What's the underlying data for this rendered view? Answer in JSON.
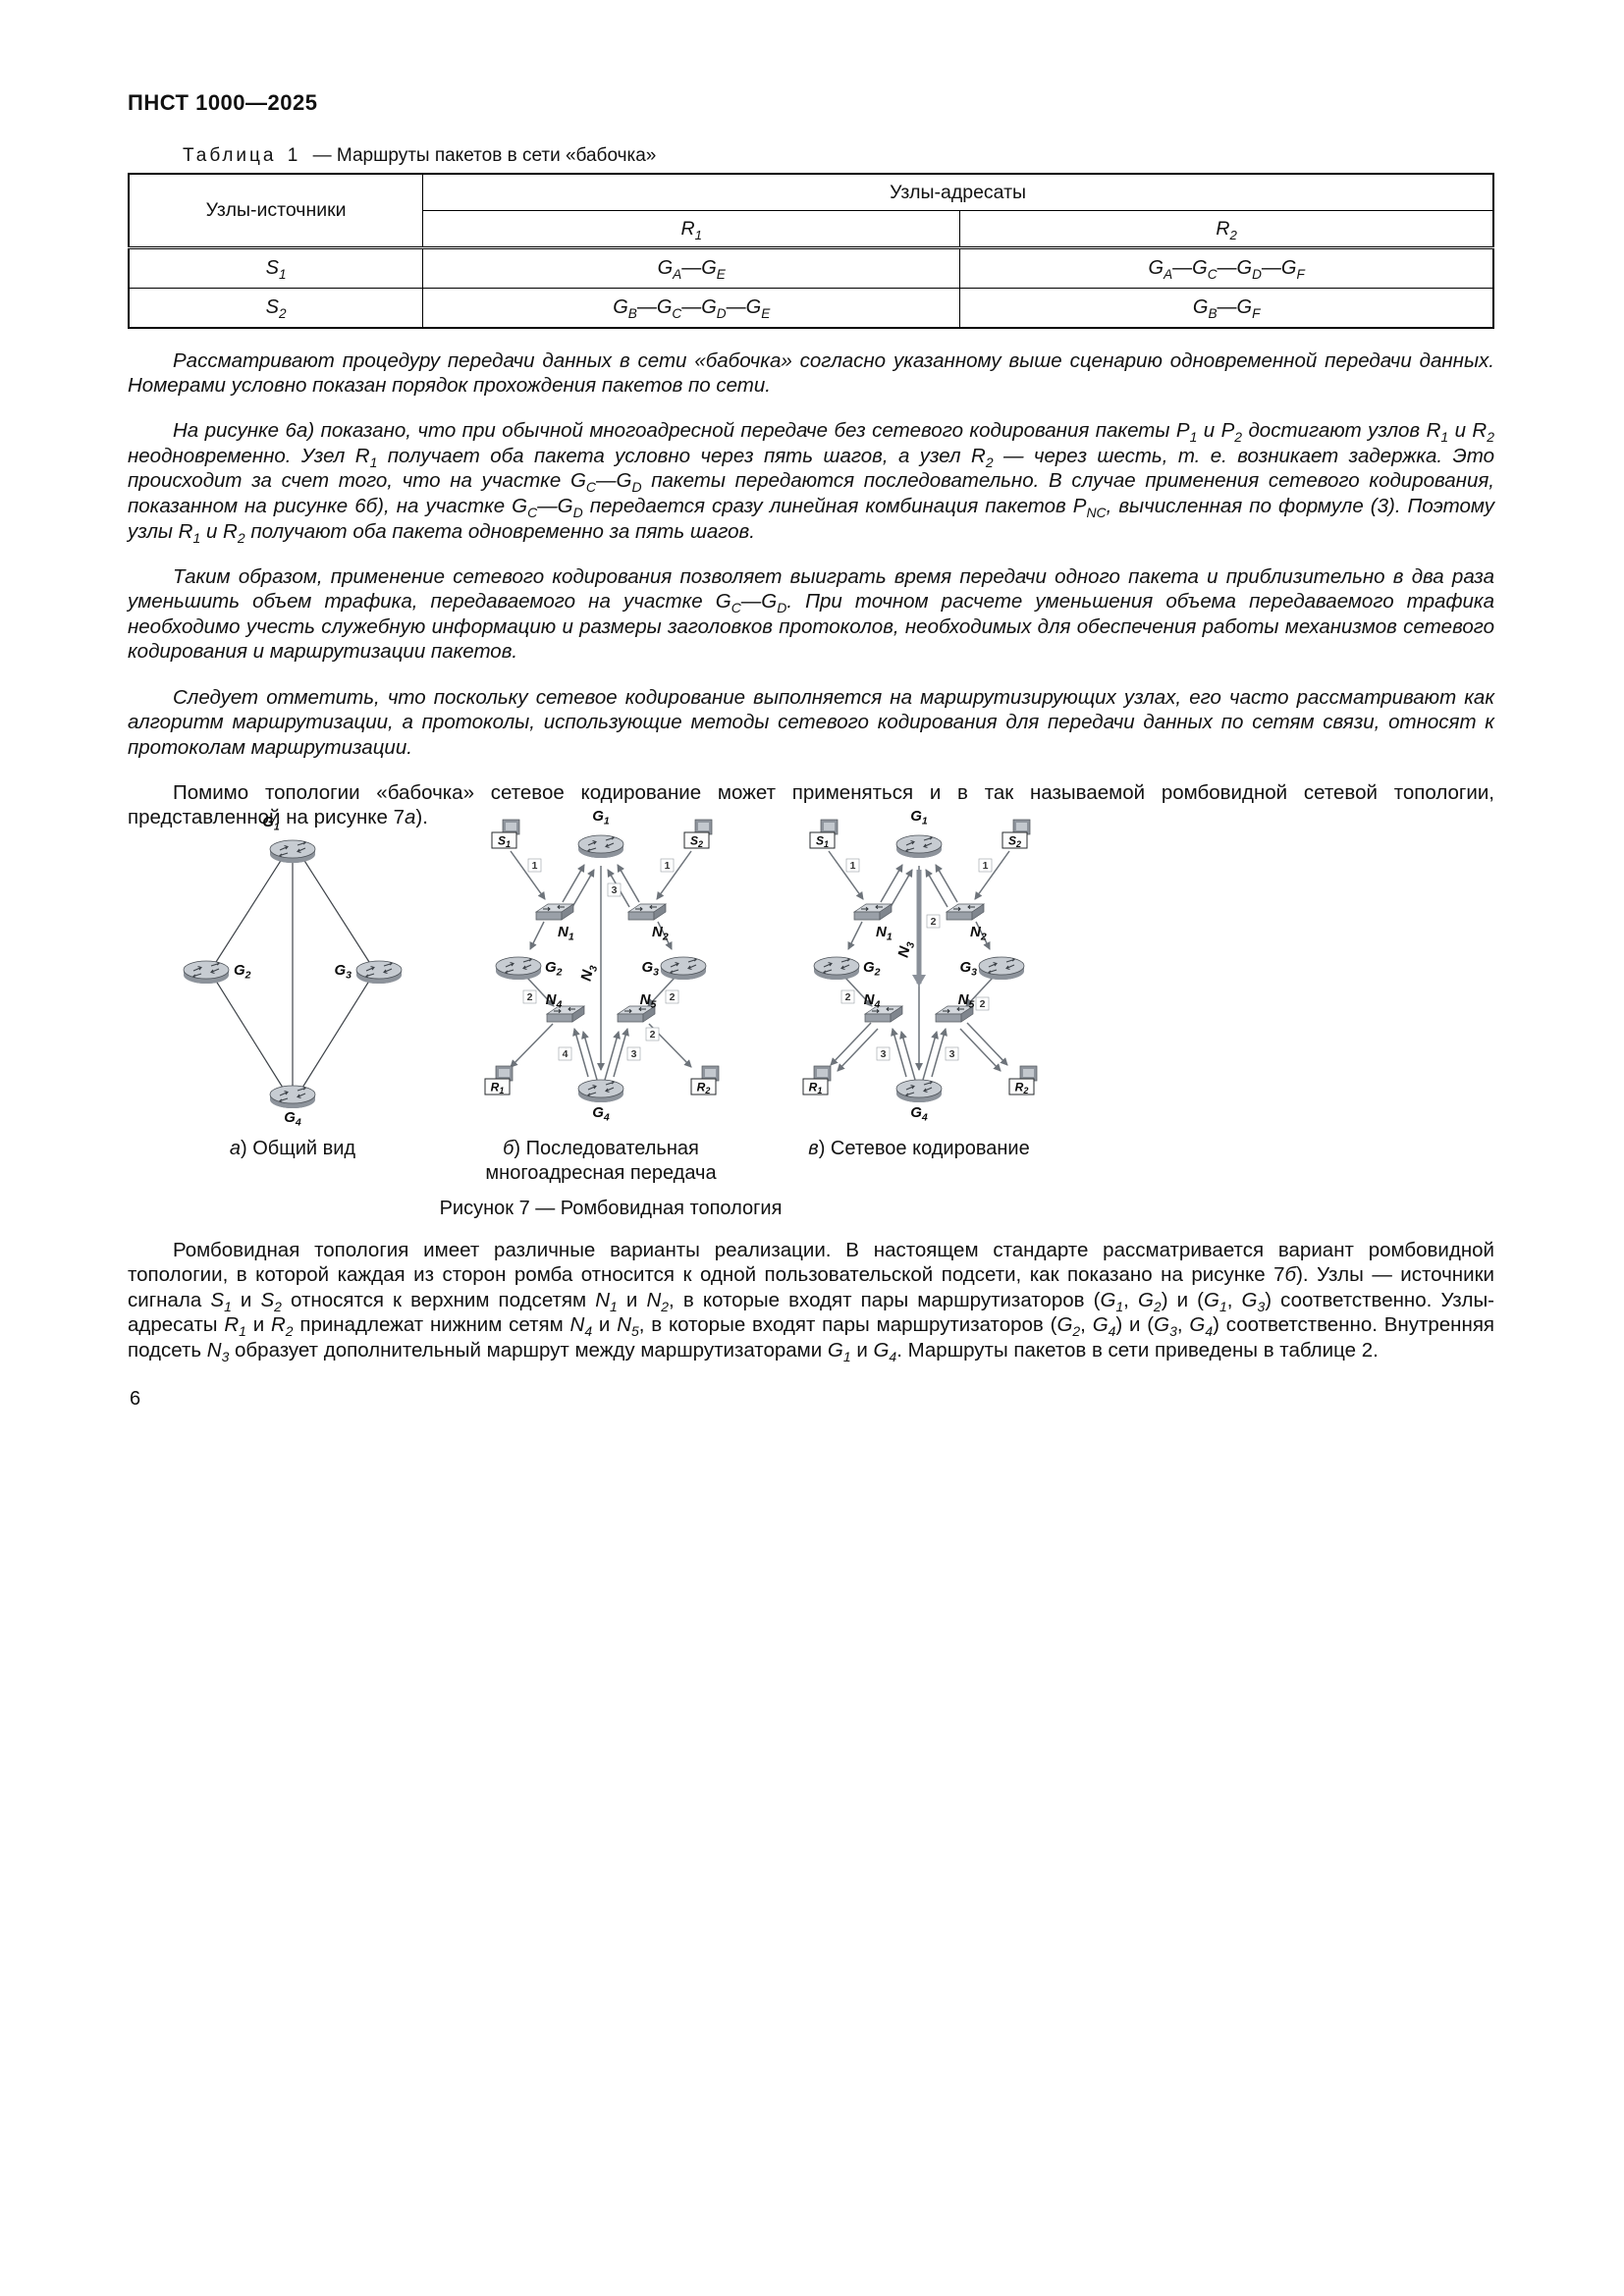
{
  "meta": {
    "doc_code": "ПНСТ 1000—2025",
    "page_number": "6"
  },
  "colors": {
    "text": "#111111",
    "icon_gray": "#9aa0a8",
    "edge_gray": "#6d737a"
  },
  "icons": {
    "router": "router-icon",
    "switch": "switch-icon",
    "host": "host-icon",
    "arrow": "arrow-icon"
  },
  "table1": {
    "cap_t": "Таблица",
    "cap_n": "1",
    "cap_rest": "— Маршруты пакетов в сети «бабочка»",
    "head_sources": "Узлы-источники",
    "head_dest": "Узлы-адресаты",
    "head_r1": "{v:R}{_1}",
    "head_r2": "{v:R}{_2}",
    "rows": [
      {
        "src": "{v:S}{_1}",
        "r1": "{v:G}{_A}—{v:G}{_E}",
        "r2": "{v:G}{_A}—{v:G}{_C}—{v:G}{_D}—{v:G}{_F}"
      },
      {
        "src": "{v:S}{_2}",
        "r1": "{v:G}{_B}—{v:G}{_C}—{v:G}{_D}—{v:G}{_E}",
        "r2": "{v:G}{_B}—{v:G}{_F}"
      }
    ]
  },
  "paragraphs": {
    "p1": "Рассматривают процедуру передачи данных в сети «бабочка» согласно указанному выше сценарию одновременной передачи данных. Номерами условно показан порядок прохождения пакетов по сети.",
    "p2": "На рисунке 6{v:а}) показано, что при обычной многоадресной передаче без сетевого кодирования пакеты {v:P}{_1} и {v:P}{_2} достигают узлов {v:R}{_1} и {v:R}{_2} неодновременно. Узел {v:R}{_1} получает оба пакета условно через пять шагов, а узел {v:R}{_2} — через шесть, т. е. возникает задержка. Это происходит за счет того, что на участке {v:G}{_C}—{v:G}{_D} пакеты передаются последовательно. В случае применения сетевого кодирования, показанном на рисунке 6{v:б}), на участке {v:G}{_C}—{v:G}{_D} передается сразу линейная комбинация пакетов {v:P}{_NC}, вычисленная по формуле (3). Поэтому узлы {v:R}{_1} и {v:R}{_2} получают оба пакета одновременно за пять шагов.",
    "p3": "Таким образом, применение сетевого кодирования позволяет выиграть время передачи одного пакета и приблизительно в два раза уменьшить объем трафика, передаваемого на участке {v:G}{_C}—{v:G}{_D}. При точном расчете уменьшения объема передаваемого трафика необходимо учесть служебную информацию и размеры заголовков протоколов, необходимых для обеспечения работы механизмов сетевого кодирования и маршрутизации пакетов.",
    "p4": "Следует отметить, что поскольку сетевое кодирование выполняется на маршрутизирующих узлах, его часто рассматривают как алгоритм маршрутизации, а протоколы, использующие методы сетевого кодирования для передачи данных по сетям связи, относят к протоколам маршрутизации.",
    "p5": "Помимо топологии «бабочка» сетевое кодирование может применяться и в так называемой ромбовидной сетевой топологии, представленной на рисунке 7{v:а}).",
    "p6": "Ромбовидная топология имеет различные варианты реализации. В настоящем стандарте рассматривается вариант ромбовидной топологии, в которой каждая из сторон ромба относится к одной пользовательской подсети, как показано на рисунке 7{v:б}). Узлы — источники сигнала {v:S}{_1} и {v:S}{_2} относятся к верхним подсетям {v:N}{_1} и {v:N}{_2}, в которые входят пары маршрутизаторов ({v:G}{_1}, {v:G}{_2}) и ({v:G}{_1}, {v:G}{_3}) соответственно. Узлы-адресаты {v:R}{_1} и {v:R}{_2} принадлежат нижним сетям {v:N}{_4} и {v:N}{_5}, в которые входят пары маршрутизаторов ({v:G}{_2}, {v:G}{_4}) и ({v:G}{_3}, {v:G}{_4}) соответственно. Внутренняя подсеть {v:N}{_3} образует дополнительный маршрут между маршрутизаторами {v:G}{_1} и {v:G}{_4}. Маршруты пакетов в сети приведены в таблице 2."
  },
  "figure7": {
    "caption": "Рисунок 7 — Ромбовидная топология",
    "cap_a": "{v:а}) Общий вид",
    "cap_b1": "{v:б}) Последовательная",
    "cap_b2": "многоадресная передача",
    "cap_v": "{v:в}) Сетевое кодирование",
    "sym": {
      "G": "G",
      "N": "N",
      "S": "S",
      "R": "R"
    },
    "idx": {
      "i1": "1",
      "i2": "2",
      "i3": "3",
      "i4": "4",
      "i5": "5"
    },
    "step": {
      "s1": "1",
      "s2": "2",
      "s3": "3",
      "s4": "4"
    }
  }
}
